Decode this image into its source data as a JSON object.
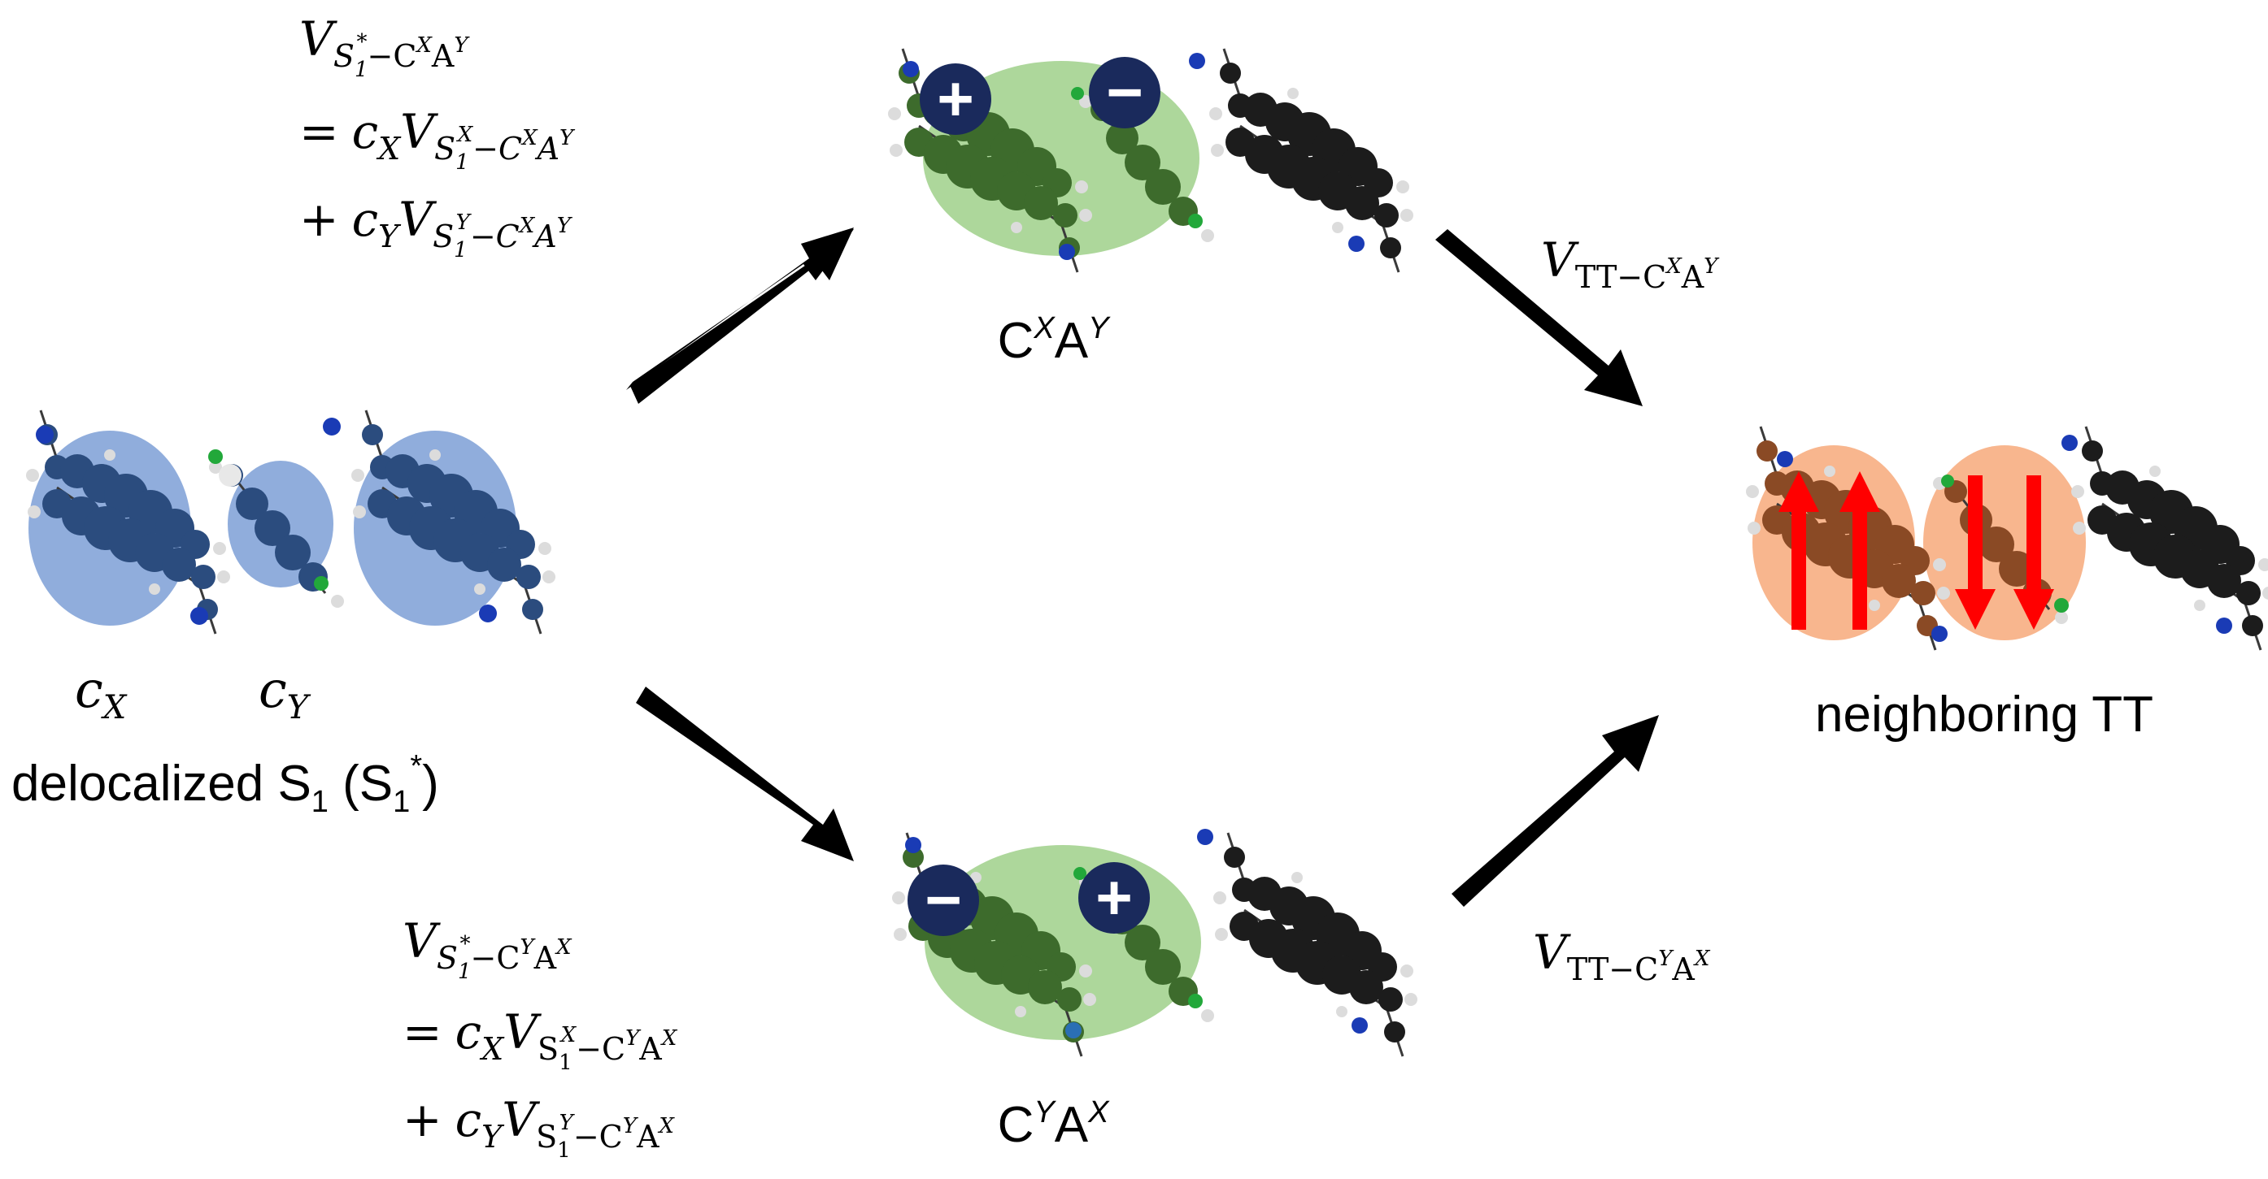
{
  "colors": {
    "blue_ellipse": "#7d9fd6",
    "green_ellipse": "#9fd08a",
    "orange_ellipse": "#f7a97a",
    "charge_circle": "#1a2a5c",
    "spin_arrow": "#ff0000",
    "arrow": "#000000",
    "mol_blue": "#2b4c7e",
    "mol_green": "#3d6b2c",
    "mol_black": "#1c1c1c",
    "mol_brown": "#8a4a25",
    "atom_n": "#1a3bb5",
    "atom_h": "#d9d9d9"
  },
  "labels": {
    "left": {
      "coef_x": "c",
      "coef_x_sub": "X",
      "coef_y": "c",
      "coef_y_sub": "Y",
      "state_name": "delocalized S",
      "state_sub": "1",
      "state_paren_open": " (S",
      "state_paren_sub": "1",
      "state_paren_sup": "*",
      "state_paren_close": ")"
    },
    "top_state": {
      "c": "C",
      "c_sup": "X",
      "a": "A",
      "a_sup": "Y"
    },
    "bottom_state": {
      "c": "C",
      "c_sup": "Y",
      "a": "A",
      "a_sup": "X"
    },
    "right_state": "neighboring TT",
    "charges": {
      "plus": "+",
      "minus": "−"
    }
  },
  "equations": {
    "top": {
      "lhs_v": "V",
      "lhs_sub": "S",
      "lhs_sub_sub": "1",
      "lhs_sub_sup": "*",
      "lhs_sub_rest": "−C",
      "lhs_sub_rest_sup": "X",
      "lhs_sub_rest2": "A",
      "lhs_sub_rest2_sup": "Y",
      "line2_op": "=",
      "line2_coef": "c",
      "line2_coef_sub": "X",
      "line2_v": "V",
      "line2_sub": "S",
      "line2_sub_sub": "1",
      "line2_sub_sup": "X",
      "line2_sub_rest": "−C",
      "line2_sub_rest_sup": "X",
      "line2_sub_rest2": "A",
      "line2_sub_rest2_sup": "Y",
      "line3_op": "+",
      "line3_coef": "c",
      "line3_coef_sub": "Y",
      "line3_v": "V",
      "line3_sub": "S",
      "line3_sub_sub": "1",
      "line3_sub_sup": "Y",
      "line3_sub_rest": "−C",
      "line3_sub_rest_sup": "X",
      "line3_sub_rest2": "A",
      "line3_sub_rest2_sup": "Y"
    },
    "bottom": {
      "lhs_v": "V",
      "lhs_sub": "S",
      "lhs_sub_sub": "1",
      "lhs_sub_sup": "*",
      "lhs_sub_rest": "−C",
      "lhs_sub_rest_sup": "Y",
      "lhs_sub_rest2": "A",
      "lhs_sub_rest2_sup": "X",
      "line2_op": "=",
      "line2_coef": "c",
      "line2_coef_sub": "X",
      "line2_v": "V",
      "line2_sub": "S",
      "line2_sub_sub": "1",
      "line2_sub_sup": "X",
      "line2_sub_rest": "−C",
      "line2_sub_rest_sup": "Y",
      "line2_sub_rest2": "A",
      "line2_sub_rest2_sup": "X",
      "line3_op": "+",
      "line3_coef": "c",
      "line3_coef_sub": "Y",
      "line3_v": "V",
      "line3_sub": "S",
      "line3_sub_sub": "1",
      "line3_sub_sup": "Y",
      "line3_sub_rest": "−C",
      "line3_sub_rest_sup": "Y",
      "line3_sub_rest2": "A",
      "line3_sub_rest2_sup": "X"
    },
    "right_top": {
      "v": "V",
      "sub": "TT−C",
      "sub_sup": "X",
      "sub_rest": "A",
      "sub_rest_sup": "Y"
    },
    "right_bottom": {
      "v": "V",
      "sub": "TT−C",
      "sub_sup": "Y",
      "sub_rest": "A",
      "sub_rest_sup": "X"
    }
  }
}
